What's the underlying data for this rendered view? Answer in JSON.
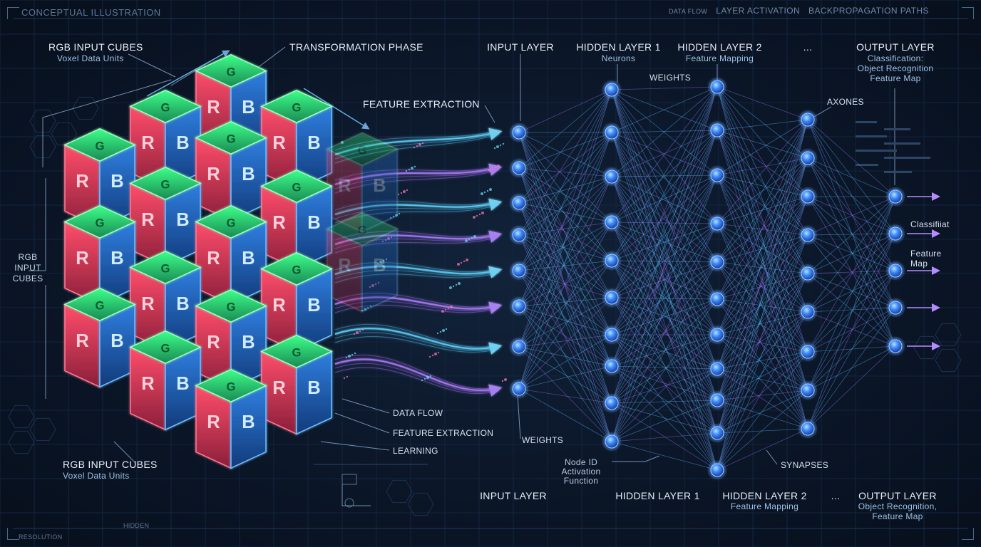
{
  "header": {
    "top_left": "CONCEPTUAL ILLUSTRATION",
    "tabs": [
      "DATA FLOW",
      "LAYER ACTIVATION",
      "BACKPROPAGATION PATHS"
    ]
  },
  "cube_letters": {
    "r": "R",
    "g": "G",
    "b": "B"
  },
  "labels": {
    "rgb_input_cubes_top": "RGB INPUT CUBES",
    "voxel_top": "Voxel Data Units",
    "transformation_phase": "TRANSFORMATION PHASE",
    "feature_extraction_top": "FEATURE EXTRACTION",
    "rgb_side": "RGB\nINPUT\nCUBES",
    "rgb_input_cubes_bottom": "RGB INPUT CUBES",
    "voxel_bottom": "Voxel Data Units",
    "data_flow": "DATA FLOW",
    "feature_extraction_bottom": "FEATURE EXTRACTION",
    "learning": "LEARNING",
    "resolution": "RESOLUTION",
    "hidden_small": "HIDDEN"
  },
  "network": {
    "input_layer_top": "INPUT LAYER",
    "hidden1_top": "HIDDEN LAYER 1",
    "hidden1_sub": "Neurons",
    "hidden2_top": "HIDDEN LAYER 2",
    "hidden2_sub": "Feature Mapping",
    "ellipsis_top": "...",
    "output_top": "OUTPUT LAYER",
    "output_sub": "Classification:\nObject Recognition\nFeature Map",
    "weights_top": "WEIGHTS",
    "axones": "AXONES",
    "classif": "Classifiiat",
    "feature_map": "Feature\nMap",
    "weights_bottom": "WEIGHTS",
    "node_id": "Node ID\nActivation\nFunction",
    "synapses": "SYNAPSES",
    "input_layer_bottom": "INPUT LAYER",
    "hidden1_bottom": "HIDDEN LAYER 1",
    "hidden2_bottom": "HIDDEN LAYER 2",
    "hidden2_bottom_sub": "Feature Mapping",
    "ellipsis_bottom": "...",
    "output_bottom": "OUTPUT LAYER",
    "output_bottom_sub": "Object Recognition,\nFeature Map",
    "layer_node_counts": [
      8,
      10,
      11,
      9,
      5
    ]
  },
  "colors": {
    "red": "#ff3b5c",
    "green": "#38ff7a",
    "blue": "#3aa8ff",
    "node": "#3d8bff",
    "link_cyan": "#6fd6ff",
    "link_violet": "#9a7bff",
    "label": "#e6eef8"
  }
}
